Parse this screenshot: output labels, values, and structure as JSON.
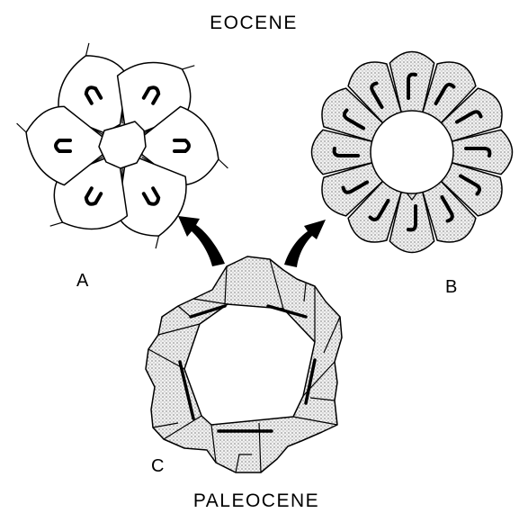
{
  "labels": {
    "top": "EOCENE",
    "bottom": "PALEOCENE",
    "a": "A",
    "b": "B",
    "c": "C"
  },
  "colors": {
    "ink": "#000000",
    "stipple": "#9a9a9a",
    "background": "#ffffff"
  }
}
